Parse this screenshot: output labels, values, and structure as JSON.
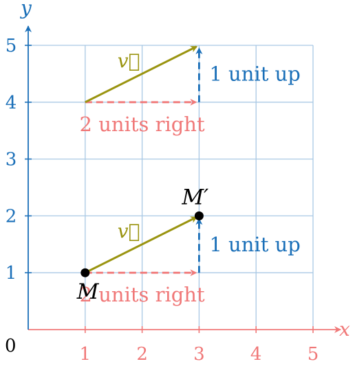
{
  "colors": {
    "grid": "#a8c8e4",
    "x_axis": "#f07878",
    "y_axis": "#1a6fb8",
    "vector": "#9a9410",
    "right_step": "#f07878",
    "up_step": "#1a6fb8",
    "point": "#000000"
  },
  "axes": {
    "x_label": "x",
    "y_label": "y",
    "origin_label": "0",
    "x_ticks": [
      "1",
      "2",
      "3",
      "4",
      "5"
    ],
    "y_ticks": [
      "1",
      "2",
      "3",
      "4",
      "5"
    ],
    "xlim": [
      0,
      5
    ],
    "ylim": [
      0,
      5
    ]
  },
  "points": [
    {
      "id": "M",
      "label": "M",
      "x": 1,
      "y": 1
    },
    {
      "id": "M_prime",
      "label": "M′",
      "x": 3,
      "y": 2
    }
  ],
  "vectors": [
    {
      "id": "upper",
      "from": [
        1,
        4
      ],
      "to": [
        3,
        5
      ],
      "vector_label": "v⃗",
      "right_label": "2 units right",
      "up_label": "1 unit up"
    },
    {
      "id": "lower",
      "from": [
        1,
        1
      ],
      "to": [
        3,
        2
      ],
      "vector_label": "v⃗",
      "right_label": "2 units right",
      "up_label": "1 unit up"
    }
  ]
}
